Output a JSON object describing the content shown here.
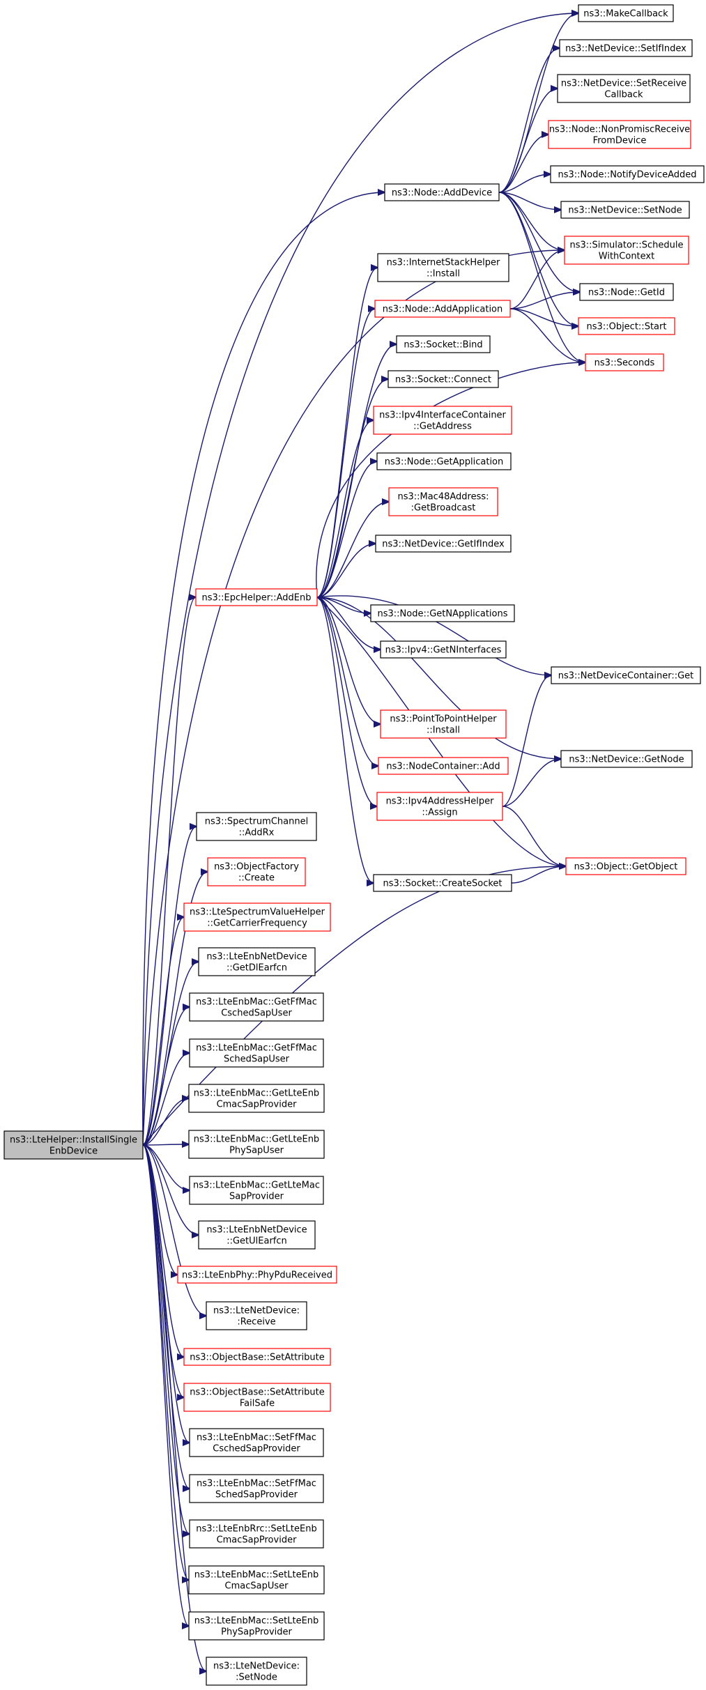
{
  "colors": {
    "edge": "#191970",
    "border_black": "#000000",
    "border_red": "#ff0000",
    "root_fill": "#bfbfbf",
    "fill": "#ffffff"
  },
  "nodes": [
    {
      "id": "install",
      "lines": [
        "ns3::LteHelper::InstallSingle",
        "EnbDevice"
      ],
      "border": "black",
      "fill": "gray",
      "interactable": false
    },
    {
      "id": "makecallback",
      "lines": [
        "ns3::MakeCallback"
      ],
      "border": "black",
      "interactable": true
    },
    {
      "id": "setifindex",
      "lines": [
        "ns3::NetDevice::SetIfIndex"
      ],
      "border": "black",
      "interactable": true
    },
    {
      "id": "setreceivecallback",
      "lines": [
        "ns3::NetDevice::SetReceive",
        "Callback"
      ],
      "border": "black",
      "interactable": true
    },
    {
      "id": "nonpromisc",
      "lines": [
        "ns3::Node::NonPromiscReceive",
        "FromDevice"
      ],
      "border": "red",
      "interactable": true
    },
    {
      "id": "notifydeviceadded",
      "lines": [
        "ns3::Node::NotifyDeviceAdded"
      ],
      "border": "black",
      "interactable": true
    },
    {
      "id": "adddevice",
      "lines": [
        "ns3::Node::AddDevice"
      ],
      "border": "black",
      "interactable": true
    },
    {
      "id": "setnode",
      "lines": [
        "ns3::NetDevice::SetNode"
      ],
      "border": "black",
      "interactable": true
    },
    {
      "id": "schedulewithcontext",
      "lines": [
        "ns3::Simulator::Schedule",
        "WithContext"
      ],
      "border": "red",
      "interactable": true
    },
    {
      "id": "internetstackinstall",
      "lines": [
        "ns3::InternetStackHelper",
        "::Install"
      ],
      "border": "black",
      "interactable": true
    },
    {
      "id": "getid",
      "lines": [
        "ns3::Node::GetId"
      ],
      "border": "black",
      "interactable": true
    },
    {
      "id": "addapplication",
      "lines": [
        "ns3::Node::AddApplication"
      ],
      "border": "red",
      "interactable": true
    },
    {
      "id": "objectstart",
      "lines": [
        "ns3::Object::Start"
      ],
      "border": "red",
      "interactable": true
    },
    {
      "id": "socketbind",
      "lines": [
        "ns3::Socket::Bind"
      ],
      "border": "black",
      "interactable": true
    },
    {
      "id": "seconds",
      "lines": [
        "ns3::Seconds"
      ],
      "border": "red",
      "interactable": true
    },
    {
      "id": "socketconnect",
      "lines": [
        "ns3::Socket::Connect"
      ],
      "border": "black",
      "interactable": true
    },
    {
      "id": "ipv4getaddress",
      "lines": [
        "ns3::Ipv4InterfaceContainer",
        "::GetAddress"
      ],
      "border": "red",
      "interactable": true
    },
    {
      "id": "getapplication",
      "lines": [
        "ns3::Node::GetApplication"
      ],
      "border": "black",
      "interactable": true
    },
    {
      "id": "mac48broadcast",
      "lines": [
        "ns3::Mac48Address:",
        ":GetBroadcast"
      ],
      "border": "red",
      "interactable": true
    },
    {
      "id": "getifindex",
      "lines": [
        "ns3::NetDevice::GetIfIndex"
      ],
      "border": "black",
      "interactable": true
    },
    {
      "id": "epcaddenb",
      "lines": [
        "ns3::EpcHelper::AddEnb"
      ],
      "border": "red",
      "interactable": true
    },
    {
      "id": "getnapplications",
      "lines": [
        "ns3::Node::GetNApplications"
      ],
      "border": "black",
      "interactable": true
    },
    {
      "id": "getninterfaces",
      "lines": [
        "ns3::Ipv4::GetNInterfaces"
      ],
      "border": "black",
      "interactable": true
    },
    {
      "id": "netdevcontainerget",
      "lines": [
        "ns3::NetDeviceContainer::Get"
      ],
      "border": "black",
      "interactable": true
    },
    {
      "id": "p2pinstall",
      "lines": [
        "ns3::PointToPointHelper",
        "::Install"
      ],
      "border": "red",
      "interactable": true
    },
    {
      "id": "netdevgetnode",
      "lines": [
        "ns3::NetDevice::GetNode"
      ],
      "border": "black",
      "interactable": true
    },
    {
      "id": "nodecontaineradd",
      "lines": [
        "ns3::NodeContainer::Add"
      ],
      "border": "red",
      "interactable": true
    },
    {
      "id": "ipv4assign",
      "lines": [
        "ns3::Ipv4AddressHelper",
        "::Assign"
      ],
      "border": "red",
      "interactable": true
    },
    {
      "id": "spectrumaddrx",
      "lines": [
        "ns3::SpectrumChannel",
        "::AddRx"
      ],
      "border": "black",
      "interactable": true
    },
    {
      "id": "objectgetobject",
      "lines": [
        "ns3::Object::GetObject"
      ],
      "border": "red",
      "interactable": true
    },
    {
      "id": "objectfactorycreate",
      "lines": [
        "ns3::ObjectFactory",
        "::Create"
      ],
      "border": "red",
      "interactable": true
    },
    {
      "id": "socketcreate",
      "lines": [
        "ns3::Socket::CreateSocket"
      ],
      "border": "black",
      "interactable": true
    },
    {
      "id": "carrierfreq",
      "lines": [
        "ns3::LteSpectrumValueHelper",
        "::GetCarrierFrequency"
      ],
      "border": "red",
      "interactable": true
    },
    {
      "id": "getdlearfcn",
      "lines": [
        "ns3::LteEnbNetDevice",
        "::GetDlEarfcn"
      ],
      "border": "black",
      "interactable": true
    },
    {
      "id": "getffmaccsched",
      "lines": [
        "ns3::LteEnbMac::GetFfMac",
        "CschedSapUser"
      ],
      "border": "black",
      "interactable": true
    },
    {
      "id": "getffmacsched",
      "lines": [
        "ns3::LteEnbMac::GetFfMac",
        "SchedSapUser"
      ],
      "border": "black",
      "interactable": true
    },
    {
      "id": "getlteenbcmac",
      "lines": [
        "ns3::LteEnbMac::GetLteEnb",
        "CmacSapProvider"
      ],
      "border": "black",
      "interactable": true
    },
    {
      "id": "getlteenbphy",
      "lines": [
        "ns3::LteEnbMac::GetLteEnb",
        "PhySapUser"
      ],
      "border": "black",
      "interactable": true
    },
    {
      "id": "getltemacsap",
      "lines": [
        "ns3::LteEnbMac::GetLteMac",
        "SapProvider"
      ],
      "border": "black",
      "interactable": true
    },
    {
      "id": "getulearfcn",
      "lines": [
        "ns3::LteEnbNetDevice",
        "::GetUlEarfcn"
      ],
      "border": "black",
      "interactable": true
    },
    {
      "id": "phypdureceived",
      "lines": [
        "ns3::LteEnbPhy::PhyPduReceived"
      ],
      "border": "red",
      "interactable": true
    },
    {
      "id": "ltenetreceive",
      "lines": [
        "ns3::LteNetDevice:",
        ":Receive"
      ],
      "border": "black",
      "interactable": true
    },
    {
      "id": "setattribute",
      "lines": [
        "ns3::ObjectBase::SetAttribute"
      ],
      "border": "red",
      "interactable": true
    },
    {
      "id": "setattributefailsafe",
      "lines": [
        "ns3::ObjectBase::SetAttribute",
        "FailSafe"
      ],
      "border": "red",
      "interactable": true
    },
    {
      "id": "setffmaccsched",
      "lines": [
        "ns3::LteEnbMac::SetFfMac",
        "CschedSapProvider"
      ],
      "border": "black",
      "interactable": true
    },
    {
      "id": "setffmacsched",
      "lines": [
        "ns3::LteEnbMac::SetFfMac",
        "SchedSapProvider"
      ],
      "border": "black",
      "interactable": true
    },
    {
      "id": "rrcsetcmac",
      "lines": [
        "ns3::LteEnbRrc::SetLteEnb",
        "CmacSapProvider"
      ],
      "border": "black",
      "interactable": true
    },
    {
      "id": "macsetcmacuser",
      "lines": [
        "ns3::LteEnbMac::SetLteEnb",
        "CmacSapUser"
      ],
      "border": "black",
      "interactable": true
    },
    {
      "id": "macsetphyprov",
      "lines": [
        "ns3::LteEnbMac::SetLteEnb",
        "PhySapProvider"
      ],
      "border": "black",
      "interactable": true
    },
    {
      "id": "ltenetsetnode",
      "lines": [
        "ns3::LteNetDevice:",
        ":SetNode"
      ],
      "border": "black",
      "interactable": true
    }
  ]
}
